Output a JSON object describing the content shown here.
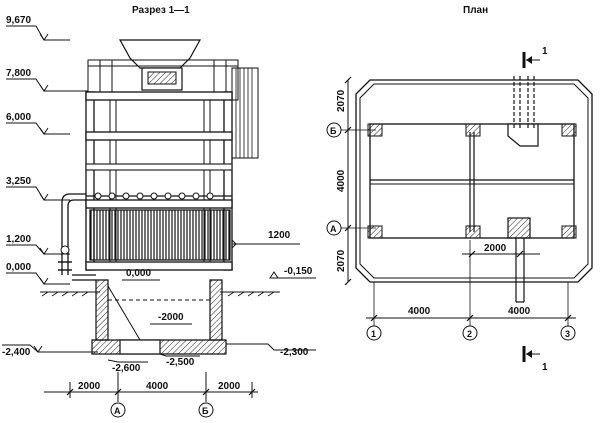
{
  "titles": {
    "section": "Разрез 1—1",
    "plan": "План"
  },
  "elevations": {
    "e9670": "9,670",
    "e7800": "7,800",
    "e6000": "6,000",
    "e3250": "3,250",
    "e1200": "1,200",
    "e0000": "0,000",
    "e2400": "-2,400",
    "e2600": "-2,600",
    "e2500": "-2,500",
    "e2000": "-2000",
    "e2300": "-2,300",
    "e0150": "-0,150",
    "e0000b": "0,000"
  },
  "section_dims": {
    "d1200": "1200",
    "left": "2000",
    "mid": "4000",
    "right": "2000"
  },
  "section_axes": {
    "a": "А",
    "b": "Б"
  },
  "plan_dims": {
    "top": "2070",
    "mid": "4000",
    "bottom": "2070",
    "inner": "2000",
    "left": "4000",
    "right": "4000"
  },
  "plan_axes": {
    "b": "Б",
    "a": "А",
    "c1": "1",
    "c2": "2",
    "c3": "3"
  },
  "cut_marks": {
    "top": "1",
    "bottom": "1"
  }
}
